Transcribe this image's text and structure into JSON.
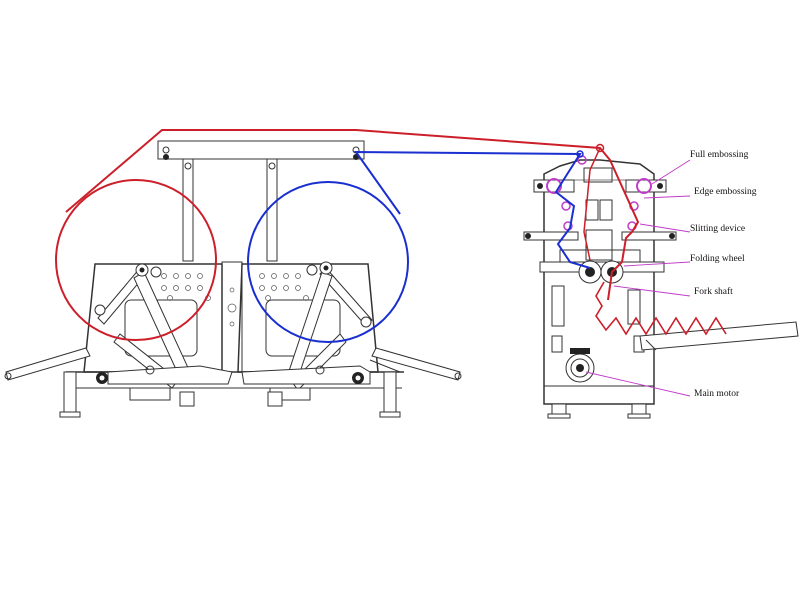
{
  "labels": {
    "full_embossing": "Full embossing",
    "edge_embossing": "Edge embossing",
    "slitting_device": "Slitting device",
    "folding_wheel": "Folding wheel",
    "fork_shaft": "Fork shaft",
    "main_motor": "Main motor"
  },
  "colors": {
    "red_web": "#cc1f2a",
    "blue_web": "#1a2fd0",
    "magenta_callout": "#c03cc8",
    "machine_line": "#333333"
  }
}
